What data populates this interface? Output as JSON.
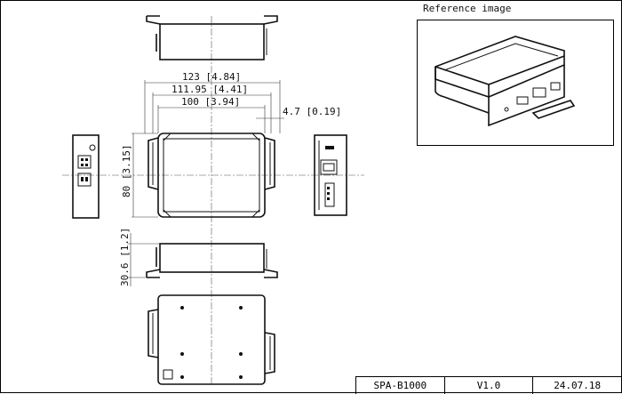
{
  "reference": {
    "title": "Reference image"
  },
  "dimensions": {
    "width_overall": "123 [4.84]",
    "width_mid": "111.95 [4.41]",
    "width_body": "100 [3.94]",
    "flange": "4.7 [0.19]",
    "depth": "80 [3.15]",
    "height": "30.6 [1.2]"
  },
  "title_block": {
    "model": "SPA-B1000",
    "version": "V1.0",
    "date": "24.07.18"
  }
}
